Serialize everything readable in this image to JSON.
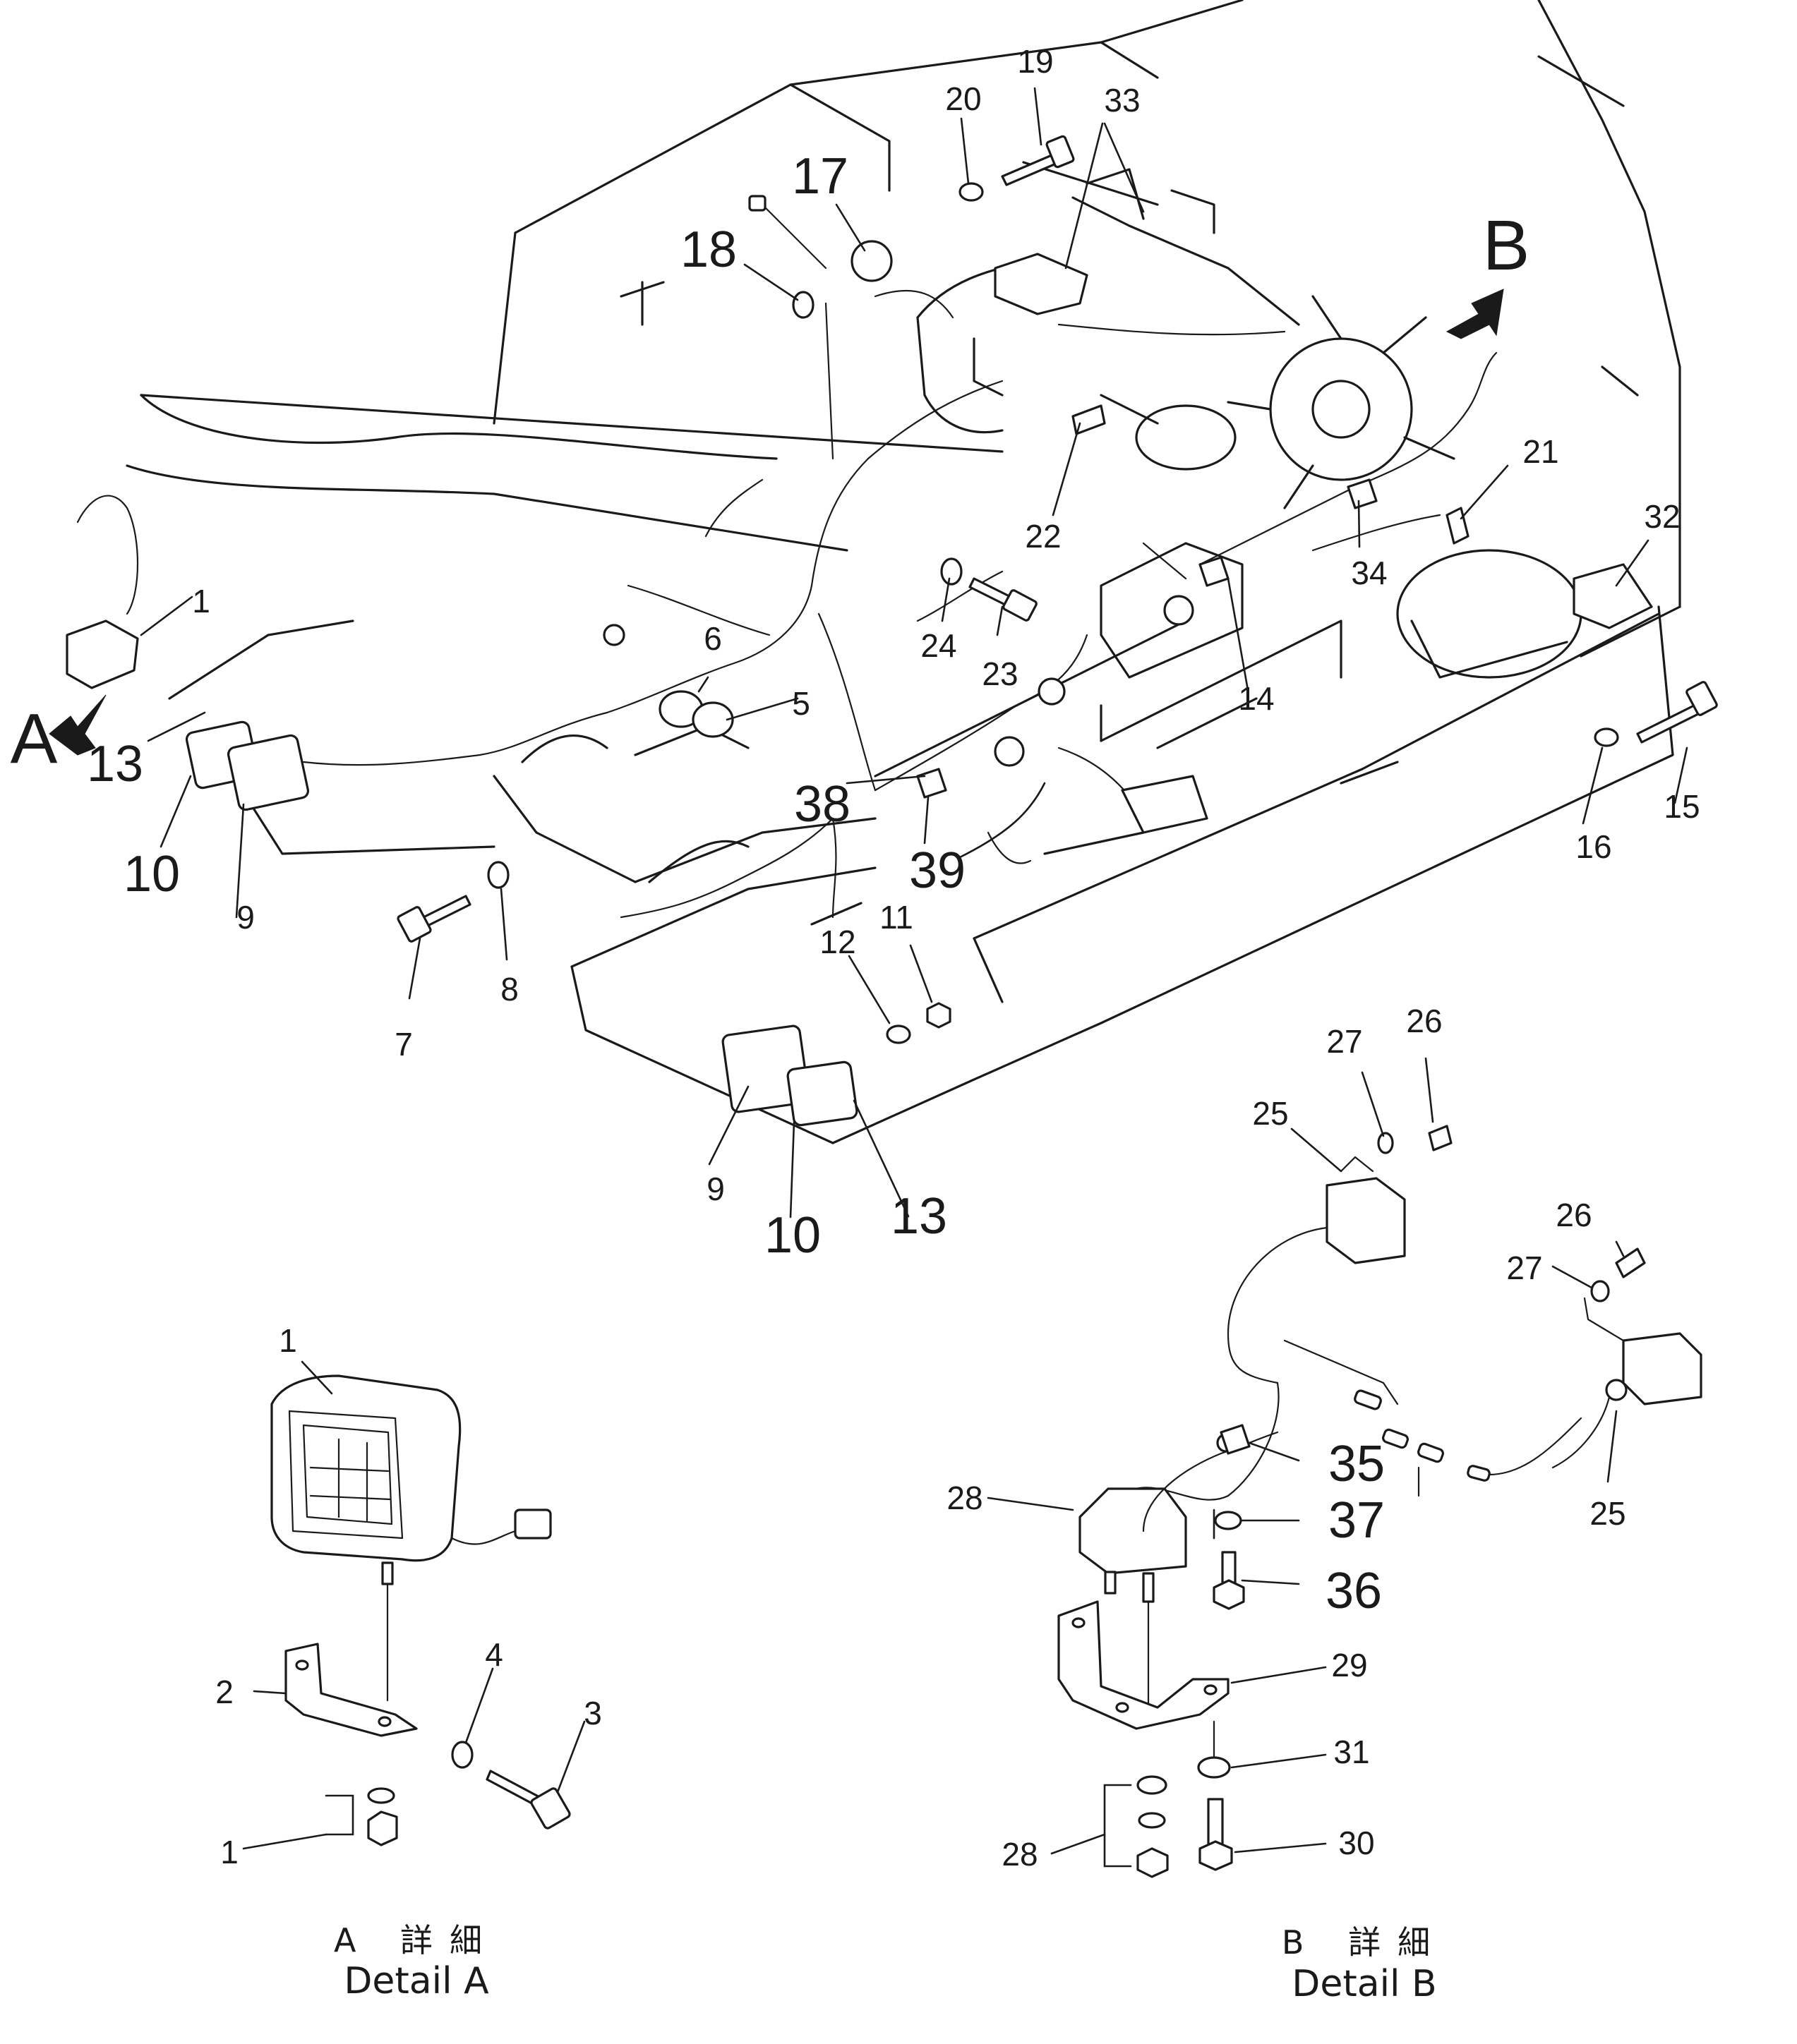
{
  "main_view": {
    "view_markers": {
      "a": "A",
      "b": "B"
    },
    "part_labels": {
      "p1": "1",
      "p5": "5",
      "p6": "6",
      "p7": "7",
      "p8": "8",
      "p9_left": "9",
      "p9_bottom": "9",
      "p10_left": "10",
      "p10_bottom": "10",
      "p11": "11",
      "p12": "12",
      "p13_left": "13",
      "p13_bottom": "13",
      "p14": "14",
      "p15": "15",
      "p16": "16",
      "p17": "17",
      "p18": "18",
      "p19": "19",
      "p20": "20",
      "p21": "21",
      "p22": "22",
      "p23": "23",
      "p24": "24",
      "p32": "32",
      "p33": "33",
      "p34": "34",
      "p38": "38",
      "p39": "39"
    }
  },
  "detail_a": {
    "caption_jp": "A 詳細",
    "caption_en": "Detail  A",
    "part_labels": {
      "p1_top": "1",
      "p1_bottom": "1",
      "p2": "2",
      "p3": "3",
      "p4": "4"
    }
  },
  "detail_b": {
    "caption_jp": "B 詳細",
    "caption_en": "Detail  B",
    "part_labels": {
      "p25_top": "25",
      "p25_right": "25",
      "p26_top": "26",
      "p26_right": "26",
      "p27_top": "27",
      "p27_right": "27",
      "p28_left": "28",
      "p28_bottom": "28",
      "p29": "29",
      "p30": "30",
      "p31": "31",
      "p35": "35",
      "p36": "36",
      "p37": "37"
    }
  }
}
